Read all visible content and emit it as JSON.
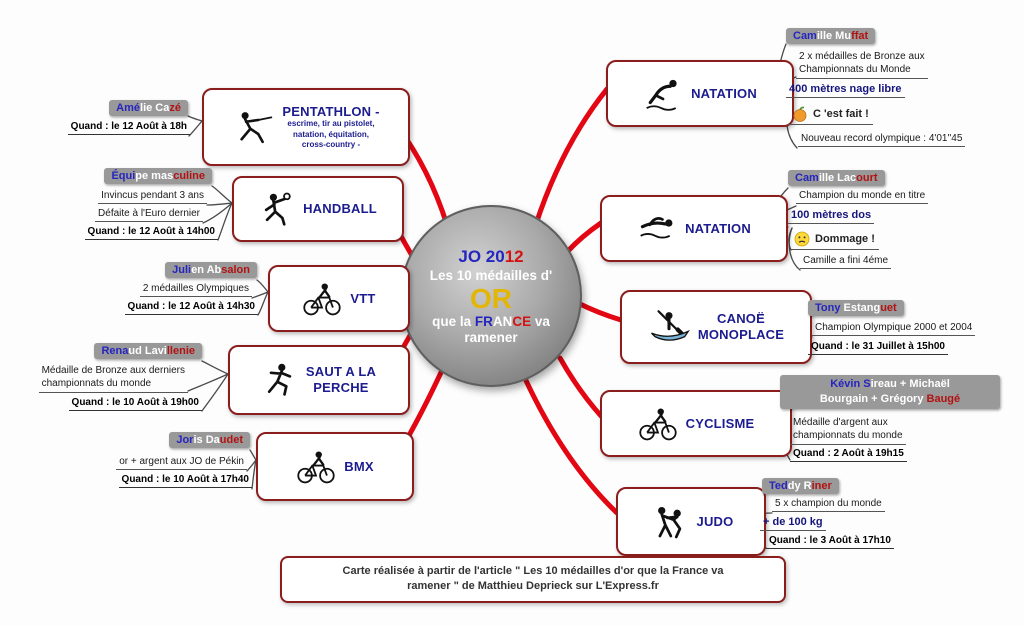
{
  "colors": {
    "branch_red": "#e30613",
    "node_border": "#8b1d1d",
    "sport_text": "#1c1c8f",
    "gold": "#e3b505",
    "name_box_bg": "#999999"
  },
  "center": {
    "jo20": "JO 20",
    "y12": "12",
    "line2": "Les 10 médailles d'",
    "or": "OR",
    "q_pre": "que la ",
    "fr": "FR",
    "an": "AN",
    "ce": "CE",
    "q_post": " va",
    "line5": "ramener"
  },
  "nodes": {
    "pentathlon": {
      "title": "PENTATHLON -",
      "sub1": "escrime, tir au pistolet,",
      "sub2": "natation, équitation,",
      "sub3": "cross-country -"
    },
    "handball": {
      "title": "HANDBALL"
    },
    "vtt": {
      "title": "VTT"
    },
    "perche": {
      "l1": "SAUT A LA",
      "l2": "PERCHE"
    },
    "bmx": {
      "title": "BMX"
    },
    "natation1": {
      "title": "NATATION"
    },
    "natation2": {
      "title": "NATATION"
    },
    "canoe": {
      "l1": "CANOË",
      "l2": "MONOPLACE"
    },
    "cyclisme": {
      "title": "CYCLISME"
    },
    "judo": {
      "title": "JUDO"
    }
  },
  "left": {
    "pentathlon": {
      "name": {
        "a": "Amé",
        "b": "lie Ca",
        "c": "zé"
      },
      "quand": "Quand : le 12 Août à 18h"
    },
    "handball": {
      "name": {
        "a": "Équi",
        "b": "pe mas",
        "c": "culine"
      },
      "d1": "Invincus pendant 3 ans",
      "d2": "Défaite à l'Euro dernier",
      "quand": "Quand : le 12 Août à 14h00"
    },
    "vtt": {
      "name": {
        "a": "Juli",
        "b": "en Ab",
        "c": "salon"
      },
      "d1": "2 médailles Olympiques",
      "quand": "Quand : le 12 Août à 14h30"
    },
    "perche": {
      "name": {
        "a": "Rena",
        "b": "ud Lavi",
        "c": "llenie"
      },
      "d1": "Médaille de Bronze aux derniers",
      "d2": "championnats du monde",
      "quand": "Quand : le 10 Août à 19h00"
    },
    "bmx": {
      "name": {
        "a": "Jor",
        "b": "is Da",
        "c": "udet"
      },
      "d1": "or + argent aux JO de Pékin",
      "quand": "Quand : le 10 Août à 17h40"
    }
  },
  "right": {
    "muffat": {
      "name": {
        "a": "Cam",
        "b": "ille Mu",
        "c": "ffat"
      },
      "d1": "2 x médailles de Bronze aux",
      "d2": "Championnats du Monde",
      "event": "400 mètres nage libre",
      "status": "C 'est fait !",
      "record": "Nouveau record olympique : 4'01''45"
    },
    "lacourt": {
      "name": {
        "a": "Cam",
        "b": "ille Lac",
        "c": "ourt"
      },
      "d1": "Champion du monde en titre",
      "event": "100 mètres dos",
      "status": "Dommage !",
      "result": "Camille a fini 4éme"
    },
    "estanguet": {
      "name": {
        "a": "Tony ",
        "b": "Estang",
        "c": "uet"
      },
      "d1": "Champion Olympique 2000 et 2004",
      "quand": "Quand : le 31 Juillet à 15h00"
    },
    "cyclisme": {
      "l1a": "Kévin S",
      "l1b": "ireau + Michaël",
      "l2a": "Bourgain + Grégory ",
      "l2b": "Baugé",
      "d1": "Médaille d'argent aux",
      "d2": "championnats du monde",
      "quand": "Quand : 2 Août à 19h15"
    },
    "riner": {
      "name": {
        "a": "Ted",
        "b": "dy R",
        "c": "iner"
      },
      "d1": "5 x champion du monde",
      "event": "+ de 100 kg",
      "quand": "Quand : le 3 Août à 17h10"
    }
  },
  "footer": {
    "line1": "Carte réalisée à partir de l'article \" Les 10 médailles d'or que la France va",
    "line2": "ramener \" de Matthieu Deprieck sur L'Express.fr"
  }
}
